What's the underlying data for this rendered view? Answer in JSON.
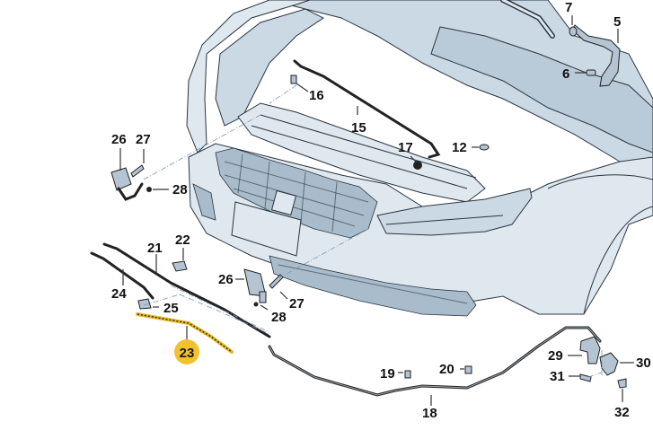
{
  "diagram": {
    "title_hidden": "",
    "highlight_color": "#f2c12e",
    "body_color": "#dfe8ef",
    "labels": {
      "p5": "5",
      "p6": "6",
      "p7": "7",
      "p12": "12",
      "p15": "15",
      "p16": "16",
      "p17": "17",
      "p18": "18",
      "p19": "19",
      "p20": "20",
      "p21": "21",
      "p22": "22",
      "p23": "23",
      "p24": "24",
      "p25": "25",
      "p26a": "26",
      "p27a": "27",
      "p28a": "28",
      "p26b": "26",
      "p27b": "27",
      "p28b": "28",
      "p29": "29",
      "p30": "30",
      "p31": "31",
      "p32": "32"
    },
    "selected_part": "23"
  }
}
